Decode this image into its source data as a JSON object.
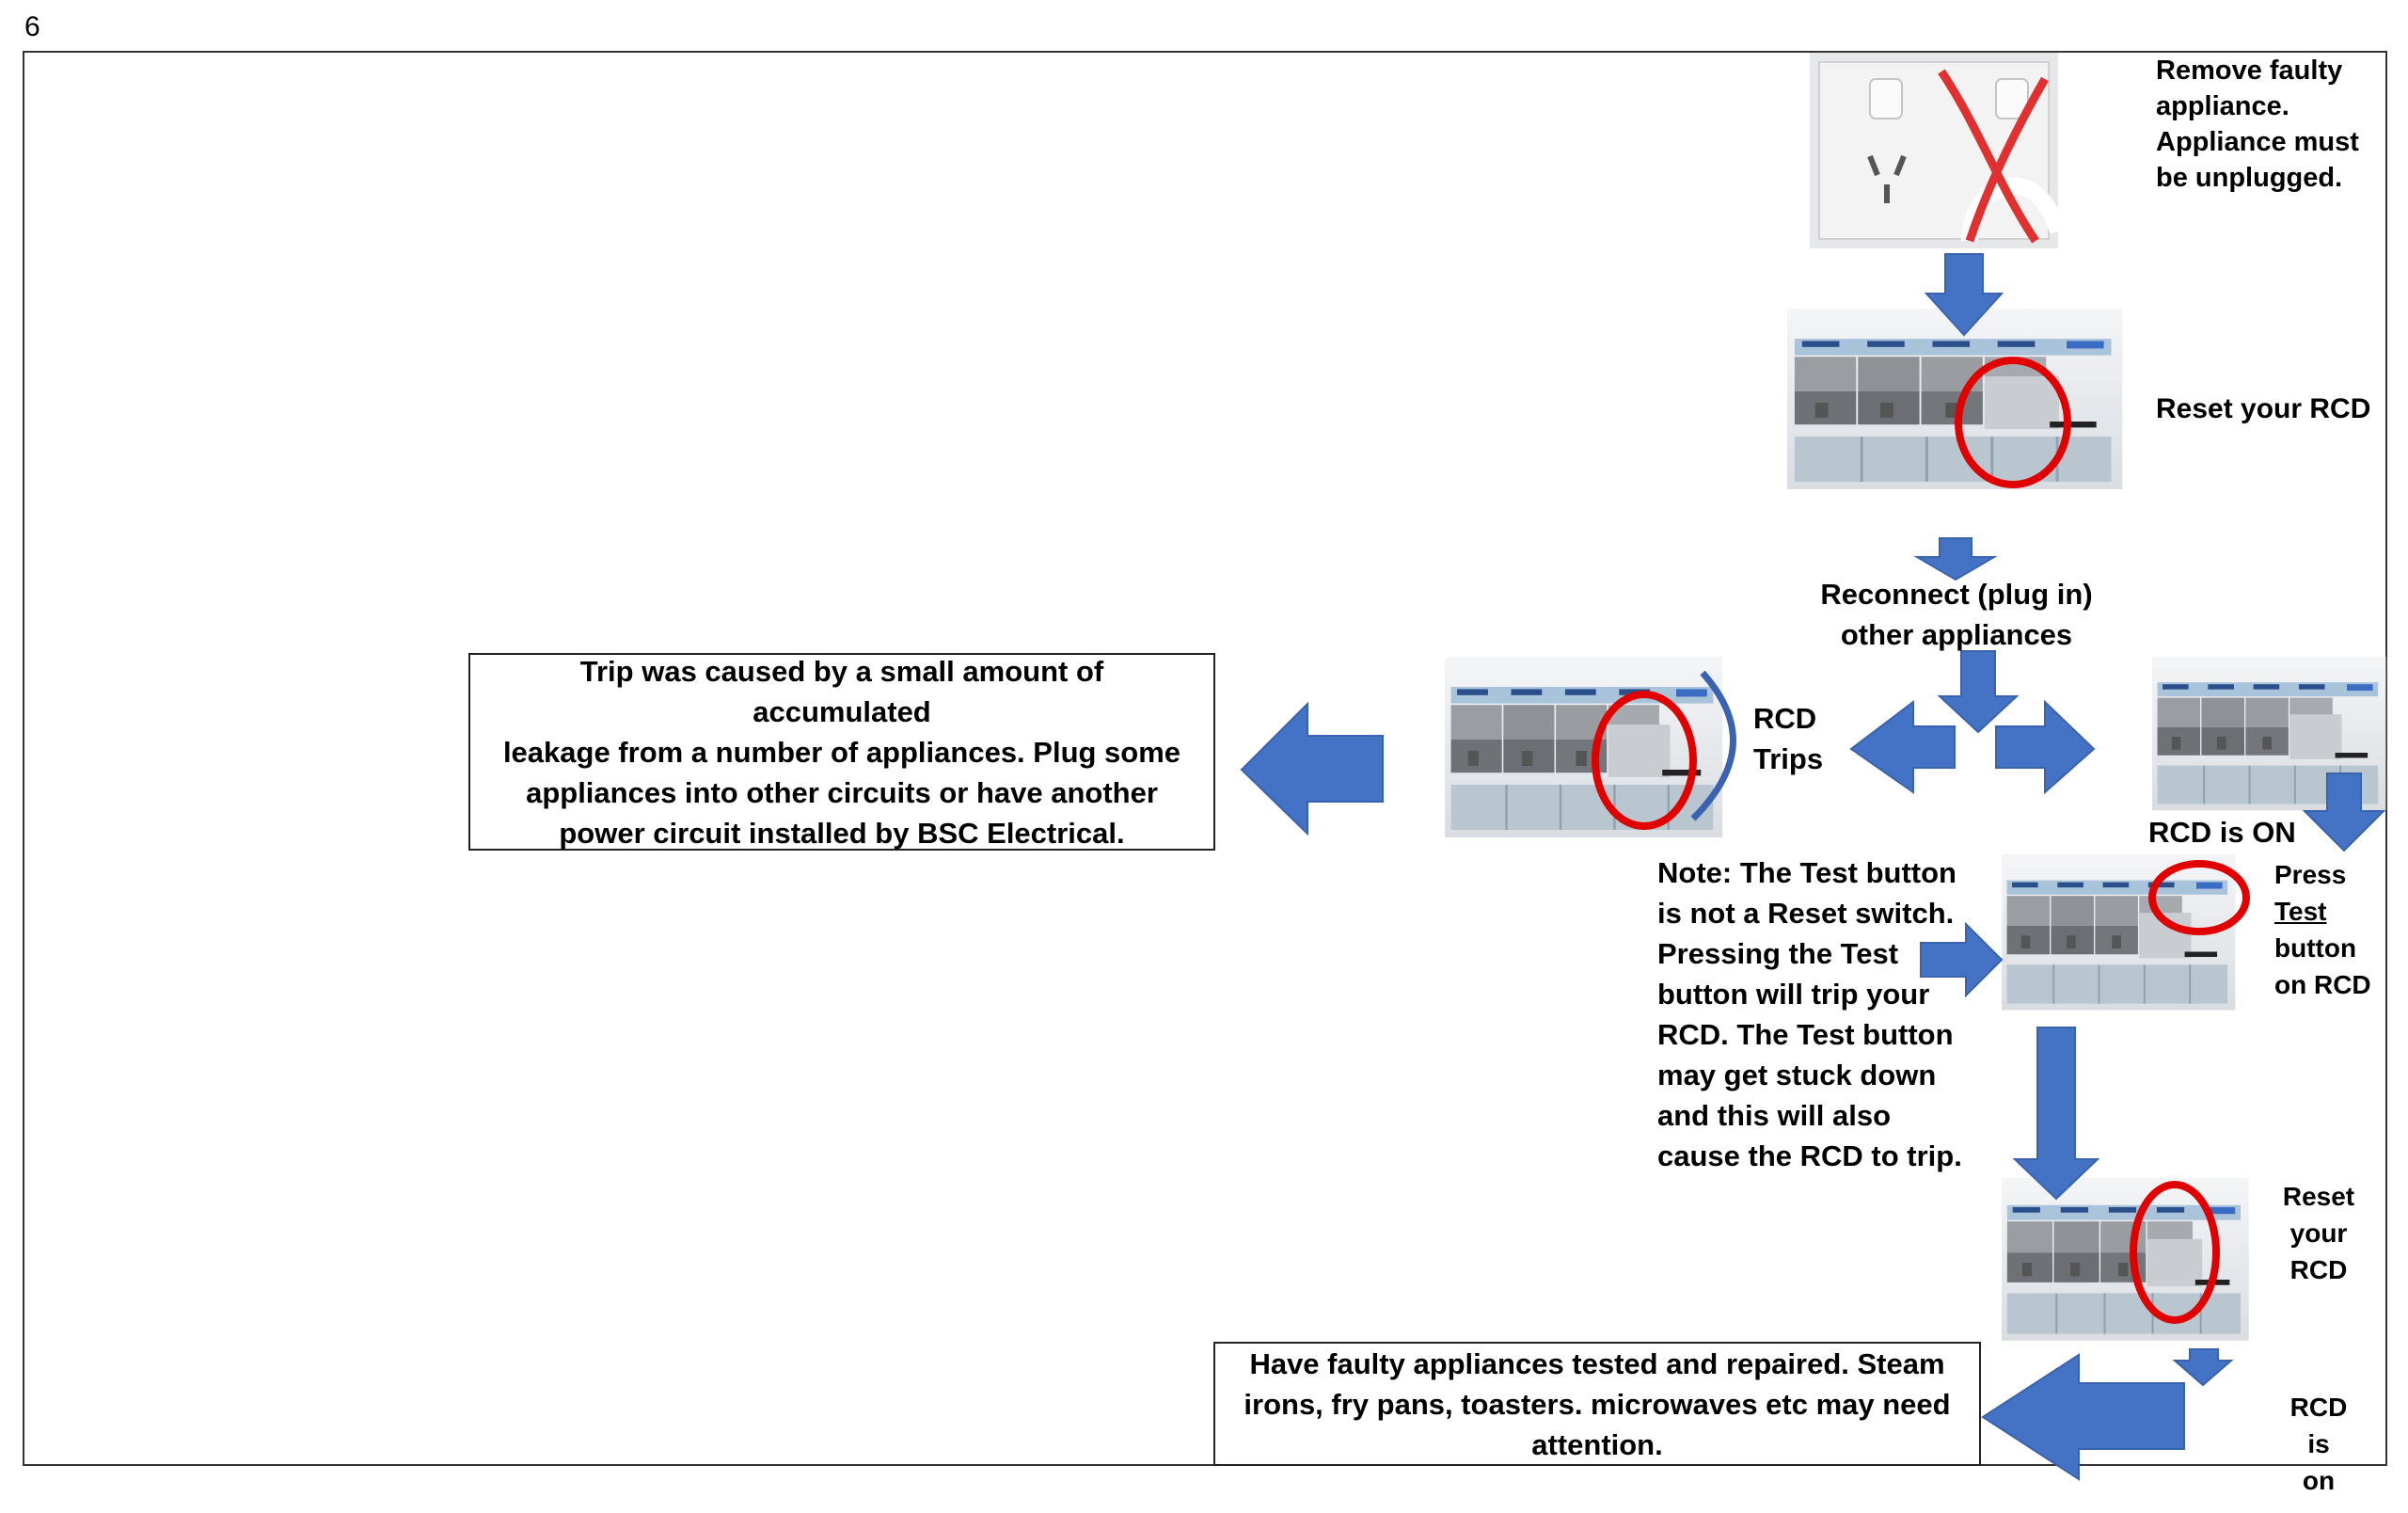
{
  "page_number": "6",
  "colors": {
    "arrow": "#4472C4",
    "circle": "#E00000",
    "cross": "#E03030",
    "border": "#222222"
  },
  "steps": {
    "remove_appliance": [
      "Remove faulty",
      "appliance.",
      "Appliance must",
      "be unplugged."
    ],
    "reset_rcd_top": "Reset your RCD",
    "reconnect": [
      "Reconnect (plug in)",
      "other appliances"
    ],
    "rcd_trips": [
      "RCD",
      "Trips"
    ],
    "rcd_is_on": "RCD is ON",
    "press_test": {
      "line1": "Press",
      "line2": "Test",
      "line3": "button",
      "line4": "on RCD"
    },
    "reset_rcd_bottom": [
      "Reset",
      "your",
      "RCD"
    ],
    "rcd_is_on_bottom": [
      "RCD is",
      "on"
    ]
  },
  "note": [
    "Note: The Test button",
    "is not a Reset switch.",
    "Pressing the Test",
    "button will trip your",
    "RCD. The Test button",
    "may get stuck down",
    "and this will also",
    "cause the RCD to trip."
  ],
  "boxes": {
    "leakage": [
      "Trip was caused by a small amount of accumulated",
      "leakage from a number of appliances. Plug some",
      "appliances into other circuits or have another",
      "power circuit installed by BSC Electrical."
    ],
    "faulty": [
      "Have faulty appliances tested and repaired. Steam",
      "irons, fry pans, toasters. microwaves etc may need",
      "attention."
    ]
  },
  "icons": [
    "power-outlet-photo",
    "switchboard-photo"
  ]
}
